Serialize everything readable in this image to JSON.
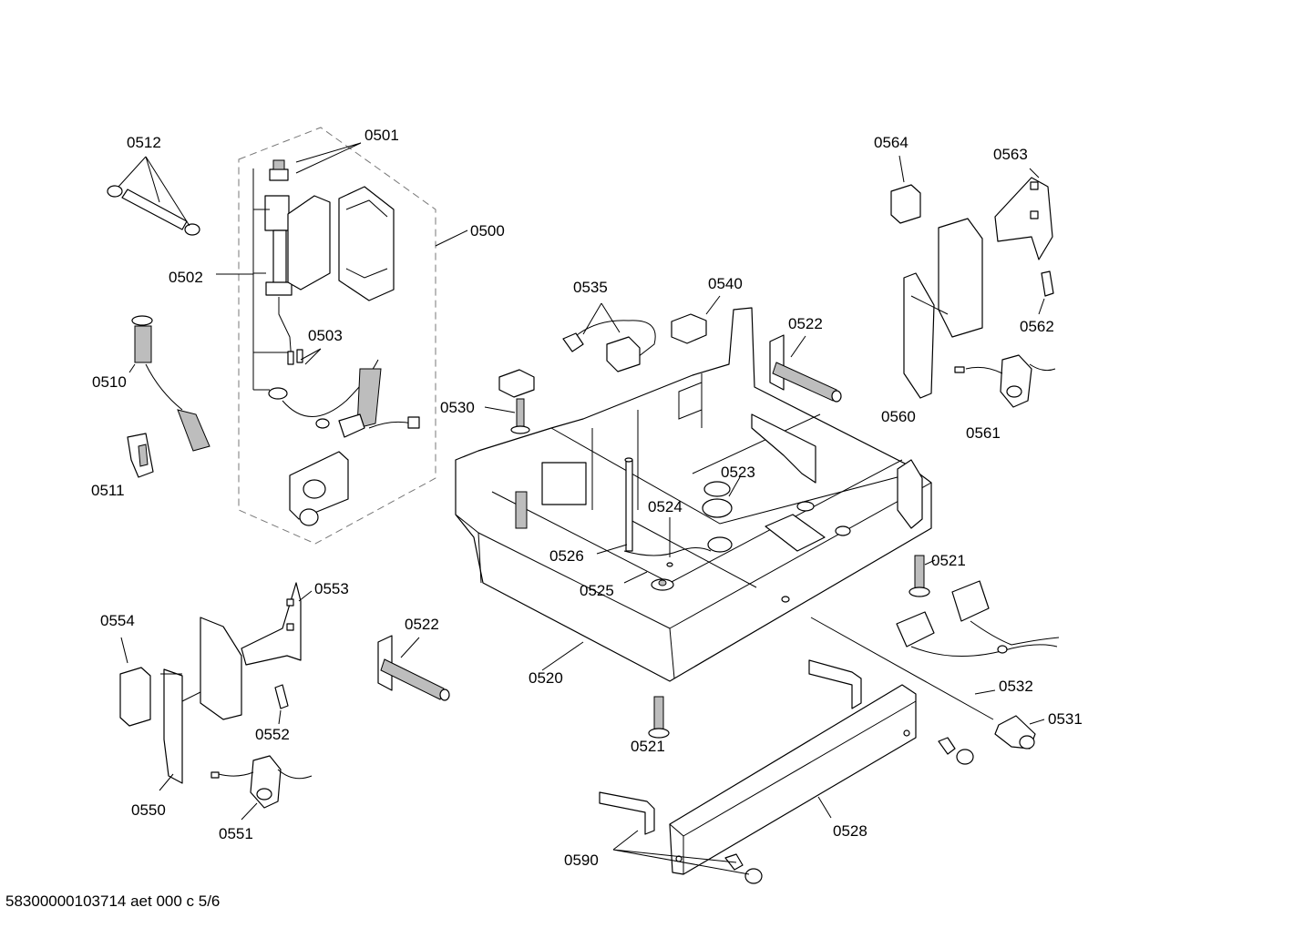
{
  "labels": {
    "l0501": "0501",
    "l0512": "0512",
    "l0500": "0500",
    "l0502": "0502",
    "l0503": "0503",
    "l0510": "0510",
    "l0511": "0511",
    "l0564": "0564",
    "l0563": "0563",
    "l0562": "0562",
    "l0560": "0560",
    "l0561": "0561",
    "l0535": "0535",
    "l0540": "0540",
    "l0522a": "0522",
    "l0530": "0530",
    "l0523": "0523",
    "l0524": "0524",
    "l0526": "0526",
    "l0525": "0525",
    "l0521a": "0521",
    "l0554": "0554",
    "l0553": "0553",
    "l0522b": "0522",
    "l0520": "0520",
    "l0532": "0532",
    "l0531": "0531",
    "l0552": "0552",
    "l0521b": "0521",
    "l0550": "0550",
    "l0551": "0551",
    "l0528": "0528",
    "l0590": "0590"
  },
  "footer": "58300000103714 aet 000 c 5/6"
}
